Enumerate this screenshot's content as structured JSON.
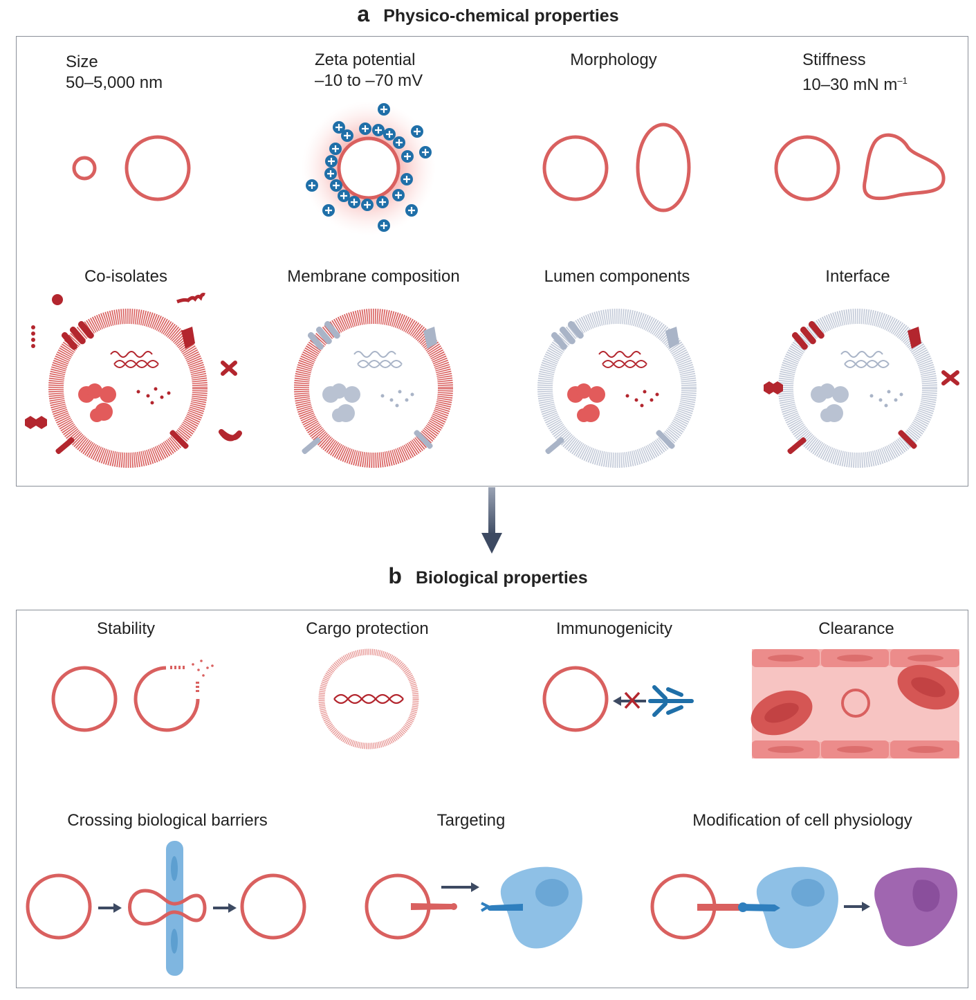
{
  "panel_a": {
    "letter": "a",
    "title": "Physico-chemical properties",
    "properties": [
      {
        "label": "Size",
        "value": "50–5,000  nm"
      },
      {
        "label": "Zeta potential",
        "value": "–10 to –70  mV"
      },
      {
        "label": "Morphology",
        "value": ""
      },
      {
        "label": "Stiffness",
        "value": "10–30 mN m",
        "superscript": "–1"
      },
      {
        "label": "Co-isolates",
        "value": ""
      },
      {
        "label": "Membrane composition",
        "value": ""
      },
      {
        "label": "Lumen components",
        "value": ""
      },
      {
        "label": "Interface",
        "value": ""
      }
    ]
  },
  "panel_b": {
    "letter": "b",
    "title": "Biological properties",
    "properties": [
      {
        "label": "Stability"
      },
      {
        "label": "Cargo protection"
      },
      {
        "label": "Immunogenicity"
      },
      {
        "label": "Clearance"
      },
      {
        "label": "Crossing biological barriers"
      },
      {
        "label": "Targeting"
      },
      {
        "label": "Modification of cell physiology"
      }
    ]
  },
  "colors": {
    "vesicle_red": "#d9605f",
    "dark_red": "#b3262e",
    "charge_blue": "#1f6fa8",
    "grey_protein": "#a9b4c7",
    "cell_blue": "#7fb6e0",
    "cell_purple": "#a066b0",
    "arrow": "#3d4a62",
    "border": "#8a8f98"
  },
  "icons": [
    "positive-charge-icon",
    "transmembrane-protein-icon",
    "rna-strand-icon",
    "dna-helix-icon",
    "protein-aggregate-icon",
    "antibody-icon",
    "red-blood-cell-icon",
    "cell-icon",
    "down-arrow-icon",
    "right-arrow-icon"
  ]
}
